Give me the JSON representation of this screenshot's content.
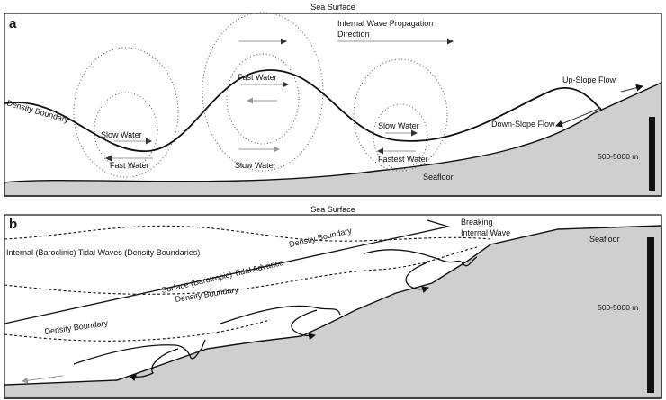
{
  "panel_a": {
    "letter": "a",
    "sea_surface": "Sea Surface",
    "propagation": [
      "Internal Wave Propagation",
      "Direction"
    ],
    "density_boundary": "Density Boundary",
    "slow_water_1": "Slow Water",
    "fast_water_1": "Fast Water",
    "fast_water_2": "Fast Water",
    "slow_water_2": "Slow Water",
    "slow_water_3": "Slow Water",
    "fastest_water": "Fastest Water",
    "up_slope": "Up-Slope Flow",
    "down_slope": "Down-Slope Flow",
    "seafloor": "Seafloor",
    "depth": "500-5000 m"
  },
  "panel_b": {
    "letter": "b",
    "sea_surface": "Sea Surface",
    "breaking": [
      "Breaking",
      "Internal Wave"
    ],
    "seafloor": "Seafloor",
    "internal_tidal": "Internal (Baroclinic) Tidal Waves (Density Boundaries)",
    "density_1": "Density Boundary",
    "surface_tidal": "Surface (Barotropic) Tidal Advance",
    "density_2": "Density Boundary",
    "density_3": "Density Boundary",
    "depth": "500-5000 m"
  },
  "colors": {
    "seafloor_fill": "#cfcfcf",
    "line": "#111111",
    "grey_arrow": "#999999"
  }
}
